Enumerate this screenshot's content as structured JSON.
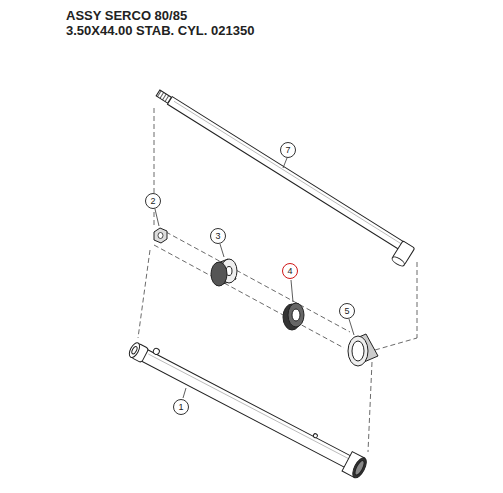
{
  "diagram": {
    "title": "ASSY SERCO 80/85 3.50X44.00 STAB. CYL. 021350",
    "nodes": [
      {
        "text": [
          "7"
        ]
      },
      {
        "text": [
          "2"
        ]
      },
      {
        "text": [
          "3"
        ]
      },
      {
        "text": [
          "4"
        ]
      },
      {
        "text": [
          "5"
        ]
      },
      {
        "text": [
          "1"
        ]
      }
    ]
  }
}
